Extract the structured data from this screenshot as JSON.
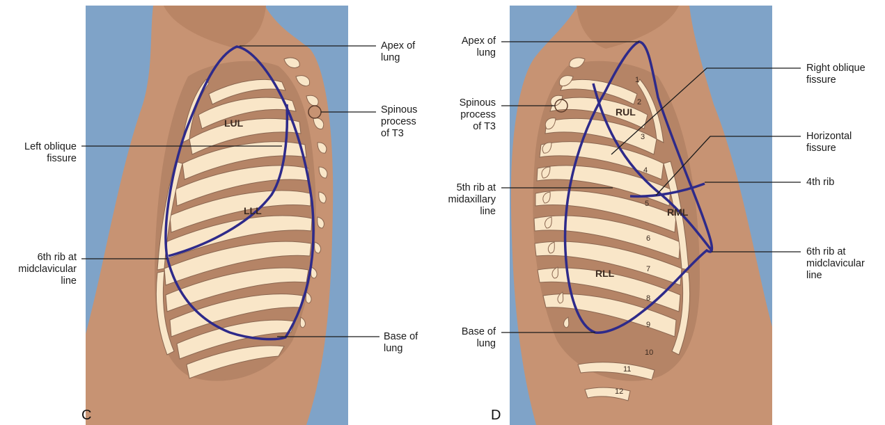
{
  "colors": {
    "background_blue": "#7fa3c8",
    "skin": "#c79373",
    "rib": "#f9e6c8",
    "intercostal": "#b58466",
    "lung_outline": "#2e2a8a"
  },
  "panel_c": {
    "panel_label": "C",
    "lobes": [
      "LUL",
      "LLL"
    ],
    "labels": {
      "apex": "Apex of\nlung",
      "spinous": "Spinous\nprocess\nof T3",
      "oblique": "Left oblique\nfissure",
      "sixth_rib": "6th rib at\nmidclavicular\nline",
      "base": "Base of\nlung"
    }
  },
  "panel_d": {
    "panel_label": "D",
    "lobes": [
      "RUL",
      "RML",
      "RLL"
    ],
    "rib_numbers": [
      "1",
      "2",
      "3",
      "4",
      "5",
      "6",
      "7",
      "8",
      "9",
      "10",
      "11",
      "12"
    ],
    "labels": {
      "apex": "Apex of\nlung",
      "spinous": "Spinous\nprocess\nof T3",
      "fifth_rib": "5th rib at\nmidaxillary\nline",
      "base": "Base of\nlung",
      "right_oblique": "Right oblique\nfissure",
      "horizontal": "Horizontal\nfissure",
      "fourth_rib": "4th rib",
      "sixth_rib": "6th rib at\nmidclavicular\nline"
    }
  }
}
